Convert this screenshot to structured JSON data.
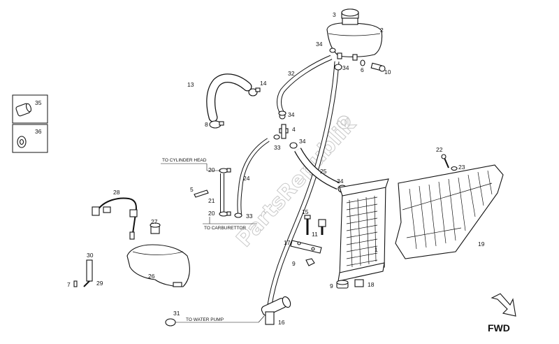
{
  "watermark": "PartsRepublik",
  "labels": {
    "to_cylinder_head": "TO CYLINDER HEAD",
    "to_carburettor": "TO CARBURETTOR",
    "to_water_pump": "TO WATER PUMP",
    "fwd": "FWD"
  },
  "legend": [
    {
      "number": "35",
      "icon": "sleeve-icon"
    },
    {
      "number": "36",
      "icon": "washer-icon"
    }
  ],
  "callouts": {
    "c1": "1",
    "c2": "2",
    "c3": "3",
    "c4": "4",
    "c5": "5",
    "c6": "6",
    "c7": "7",
    "c8": "8",
    "c9a": "9",
    "c9b": "9",
    "c10": "10",
    "c11": "11",
    "c13": "13",
    "c14": "14",
    "c15": "15",
    "c16": "16",
    "c17": "17",
    "c18": "18",
    "c19": "19",
    "c20a": "20",
    "c20b": "20",
    "c21": "21",
    "c22": "22",
    "c23": "23",
    "c24": "24",
    "c25": "25",
    "c26": "26",
    "c27": "27",
    "c28": "28",
    "c29": "29",
    "c30": "30",
    "c31": "31",
    "c32": "32",
    "c33a": "33",
    "c33b": "33",
    "c34a": "34",
    "c34b": "34",
    "c34c": "34",
    "c34d": "34",
    "c34e": "34"
  }
}
